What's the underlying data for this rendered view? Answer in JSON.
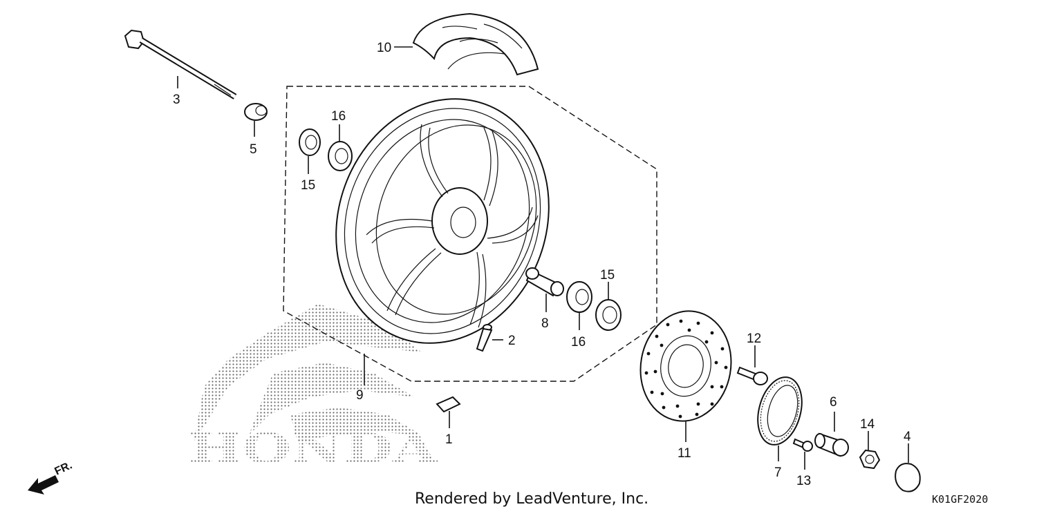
{
  "diagram": {
    "watermark_text": "HONDA",
    "direction_label": "FR.",
    "credit": "Rendered by LeadVenture, Inc.",
    "code": "K01GF2020",
    "callouts": {
      "c1": "1",
      "c2": "2",
      "c3": "3",
      "c4": "4",
      "c5": "5",
      "c6": "6",
      "c7": "7",
      "c8": "8",
      "c9": "9",
      "c10": "10",
      "c11": "11",
      "c12": "12",
      "c13": "13",
      "c14": "14",
      "c15a": "15",
      "c15b": "15",
      "c16a": "16",
      "c16b": "16"
    }
  }
}
